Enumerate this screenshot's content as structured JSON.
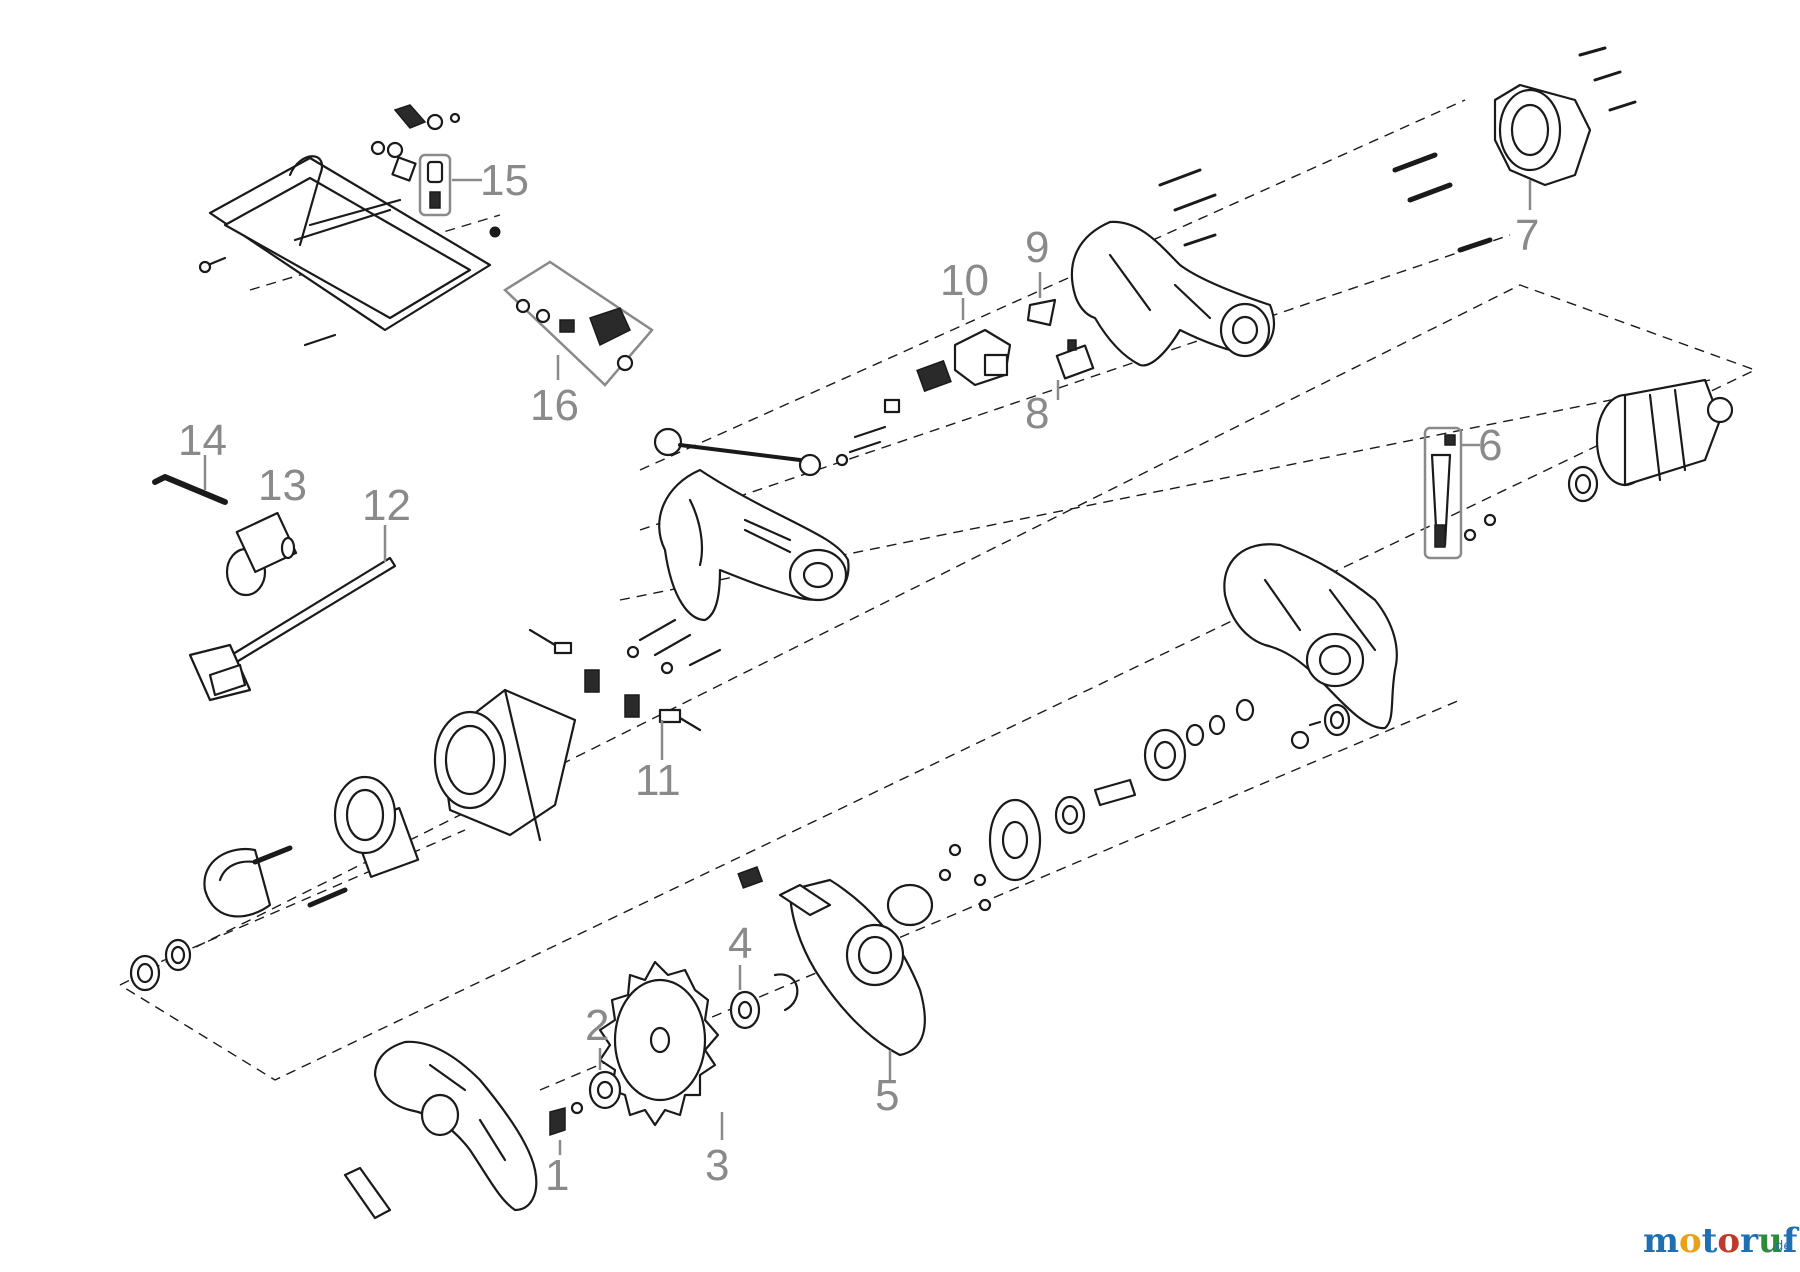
{
  "callouts": [
    {
      "id": "1",
      "label": "1"
    },
    {
      "id": "2",
      "label": "2"
    },
    {
      "id": "3",
      "label": "3"
    },
    {
      "id": "4",
      "label": "4"
    },
    {
      "id": "5",
      "label": "5"
    },
    {
      "id": "6",
      "label": "6"
    },
    {
      "id": "7",
      "label": "7"
    },
    {
      "id": "8",
      "label": "8"
    },
    {
      "id": "9",
      "label": "9"
    },
    {
      "id": "10",
      "label": "10"
    },
    {
      "id": "11",
      "label": "11"
    },
    {
      "id": "12",
      "label": "12"
    },
    {
      "id": "13",
      "label": "13"
    },
    {
      "id": "14",
      "label": "14"
    },
    {
      "id": "15",
      "label": "15"
    },
    {
      "id": "16",
      "label": "16"
    }
  ],
  "watermark": {
    "parts": [
      {
        "text": "m",
        "color": "#1f6fb3"
      },
      {
        "text": "o",
        "color": "#e8a21a"
      },
      {
        "text": "t",
        "color": "#1f6fb3"
      },
      {
        "text": "o",
        "color": "#c0392b"
      },
      {
        "text": "r",
        "color": "#1f6fb3"
      },
      {
        "text": "u",
        "color": "#2e8b3a"
      },
      {
        "text": "f",
        "color": "#1f6fb3"
      }
    ],
    "suffix": ".de"
  }
}
